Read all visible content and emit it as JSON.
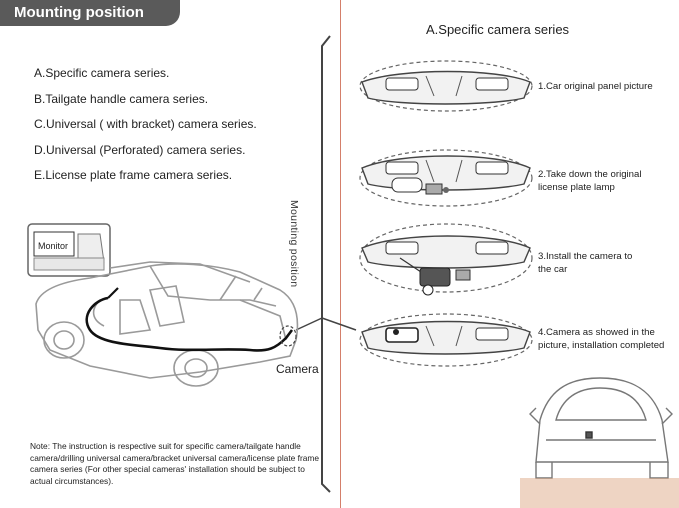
{
  "header": {
    "title": "Mounting position"
  },
  "left": {
    "series_list": [
      "A.Specific camera series.",
      "B.Tailgate handle camera series.",
      "C.Universal ( with bracket) camera series.",
      "D.Universal (Perforated) camera series.",
      "E.License plate frame camera series."
    ],
    "monitor_label": "Monitor",
    "camera_label": "Camera",
    "mounting_label": "Mounting position",
    "note": "Note: The instruction is respective suit for specific camera/tailgate handle camera/drilling universal camera/bracket universal camera/license plate frame camera series (For other special cameras' installation should be subject to actual circumstances)."
  },
  "right": {
    "title": "A.Specific camera series",
    "steps": [
      {
        "label": "1.Car original panel picture"
      },
      {
        "label": "2.Take down the original license plate lamp"
      },
      {
        "label": "3.Install the camera to the car"
      },
      {
        "label": "4.Camera as showed in the picture, installation completed"
      }
    ]
  },
  "colors": {
    "header_bg": "#5a5a5a",
    "divider": "#d47f6a",
    "ground": "#d9a07a"
  }
}
